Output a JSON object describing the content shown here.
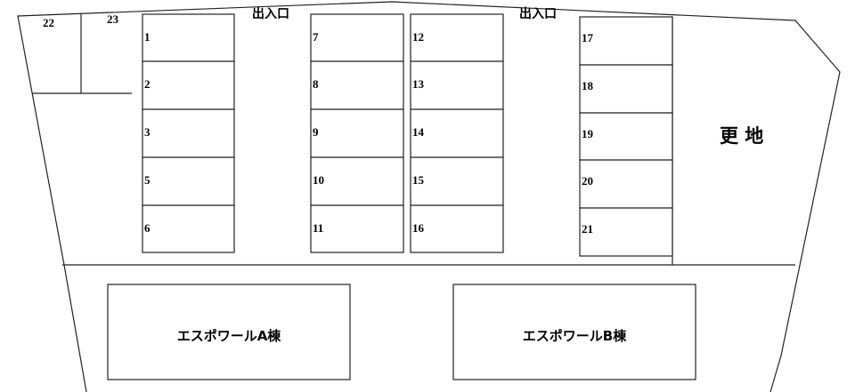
{
  "entrances": [
    "出入口",
    "出入口"
  ],
  "vacant_lot_label": "更 地",
  "buildings": [
    "エスポワールA棟",
    "エスポワールB棟"
  ],
  "spaces": {
    "col1": [
      "1",
      "2",
      "3",
      "5",
      "6"
    ],
    "col2": [
      "7",
      "8",
      "9",
      "10",
      "11"
    ],
    "col3": [
      "12",
      "13",
      "14",
      "15",
      "16"
    ],
    "col4": [
      "17",
      "18",
      "19",
      "20",
      "21"
    ],
    "corner": [
      "22",
      "23"
    ]
  }
}
